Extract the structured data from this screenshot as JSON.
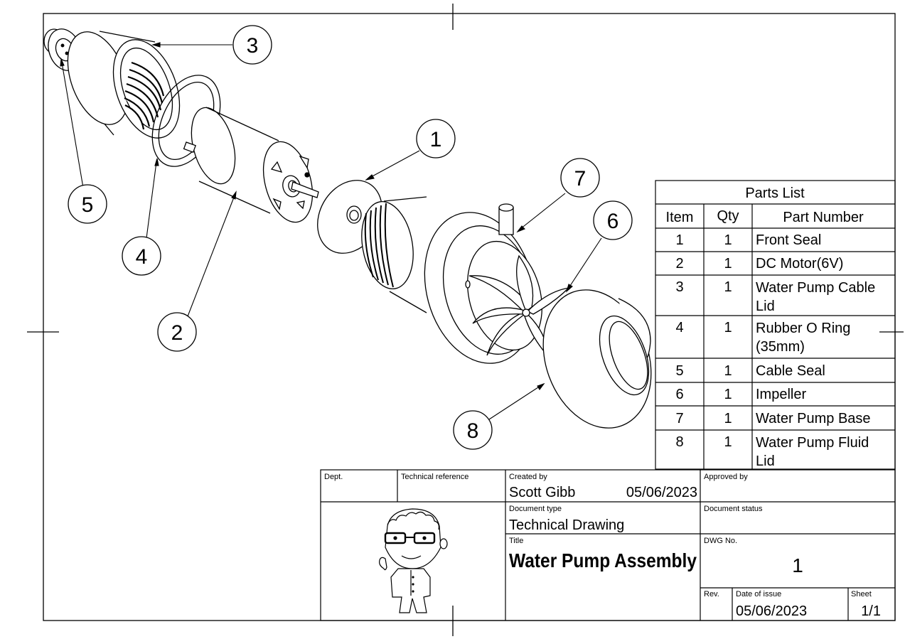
{
  "parts_list": {
    "title": "Parts List",
    "headers": {
      "item": "Item",
      "qty": "Qty",
      "part": "Part Number"
    },
    "rows": [
      {
        "item": "1",
        "qty": "1",
        "line1": "Front Seal",
        "line2": ""
      },
      {
        "item": "2",
        "qty": "1",
        "line1": "DC Motor(6V)",
        "line2": ""
      },
      {
        "item": "3",
        "qty": "1",
        "line1": "Water Pump Cable",
        "line2": "Lid"
      },
      {
        "item": "4",
        "qty": "1",
        "line1": "Rubber O Ring",
        "line2": "(35mm)"
      },
      {
        "item": "5",
        "qty": "1",
        "line1": "Cable Seal",
        "line2": ""
      },
      {
        "item": "6",
        "qty": "1",
        "line1": "Impeller",
        "line2": ""
      },
      {
        "item": "7",
        "qty": "1",
        "line1": "Water Pump Base",
        "line2": ""
      },
      {
        "item": "8",
        "qty": "1",
        "line1": "Water Pump Fluid",
        "line2": "Lid"
      }
    ]
  },
  "balloons": [
    "1",
    "2",
    "3",
    "4",
    "5",
    "6",
    "7",
    "8"
  ],
  "title_block": {
    "dept_label": "Dept.",
    "tech_ref_label": "Technical reference",
    "created_by_label": "Created by",
    "created_by": "Scott Gibb",
    "created_date": "05/06/2023",
    "approved_by_label": "Approved by",
    "doc_type_label": "Document type",
    "doc_type": "Technical Drawing",
    "doc_status_label": "Document status",
    "title_label": "Title",
    "title": "Water Pump Assembly",
    "dwg_label": "DWG No.",
    "dwg_no": "1",
    "rev_label": "Rev.",
    "date_issue_label": "Date of issue",
    "date_issue": "05/06/2023",
    "sheet_label": "Sheet",
    "sheet": "1/1"
  },
  "icons": {
    "logo": "cartoon-avatar-logo"
  },
  "colors": {
    "line": "#000000",
    "background": "#ffffff"
  }
}
